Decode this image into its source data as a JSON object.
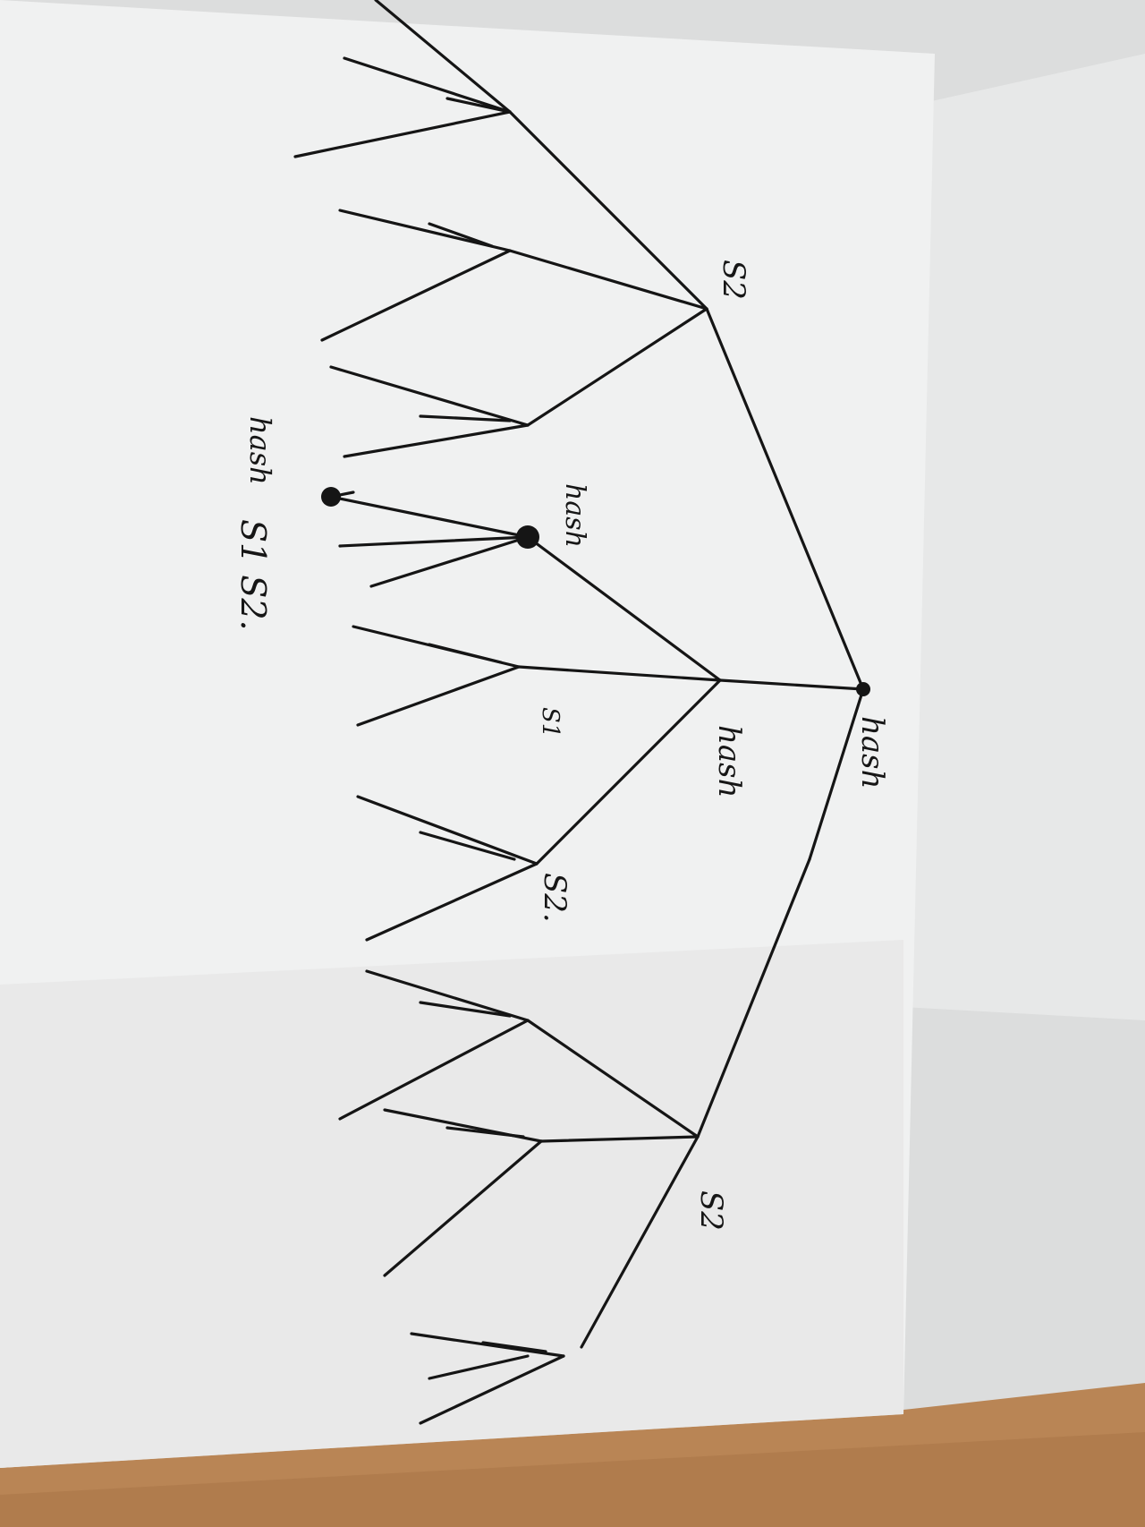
{
  "photo": {
    "subject": "",
    "paper_color": "#f2f3f3",
    "table_color": "#b98555",
    "ink_color": "#151515"
  },
  "labels": {
    "root_hash": "hash",
    "mid_hash": "hash",
    "upper_hash": "hash",
    "leaf_hash": "hash",
    "top_s2": "S2",
    "mid_s1": "S1",
    "mid_s2": "S2.",
    "bottom_s2": "S2",
    "leaf_s1s2": "S1 S2."
  }
}
